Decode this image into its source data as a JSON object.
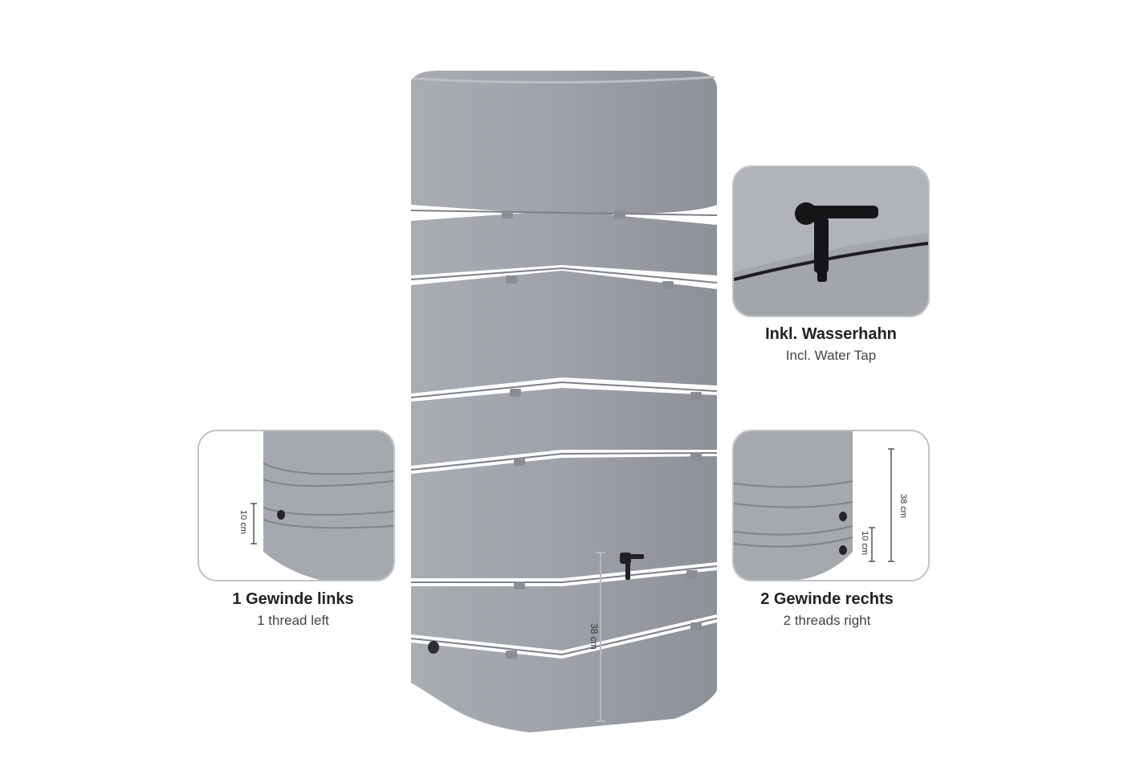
{
  "main_dimension": {
    "label": "38 cm"
  },
  "insets": {
    "tap": {
      "caption_de": "Inkl. Wasserhahn",
      "caption_en": "Incl. Water Tap"
    },
    "left": {
      "caption_de": "1 Gewinde links",
      "caption_en": "1 thread left",
      "dim_label": "10 cm"
    },
    "right": {
      "caption_de": "2 Gewinde rechts",
      "caption_en": "2 threads right",
      "dim_label_tall": "38 cm",
      "dim_label_short": "10 cm"
    }
  },
  "colors": {
    "tank": "#9a9ea4",
    "tank_light": "#adb1b6",
    "tank_dark": "#83878d",
    "frame": "#bfc3c8"
  }
}
